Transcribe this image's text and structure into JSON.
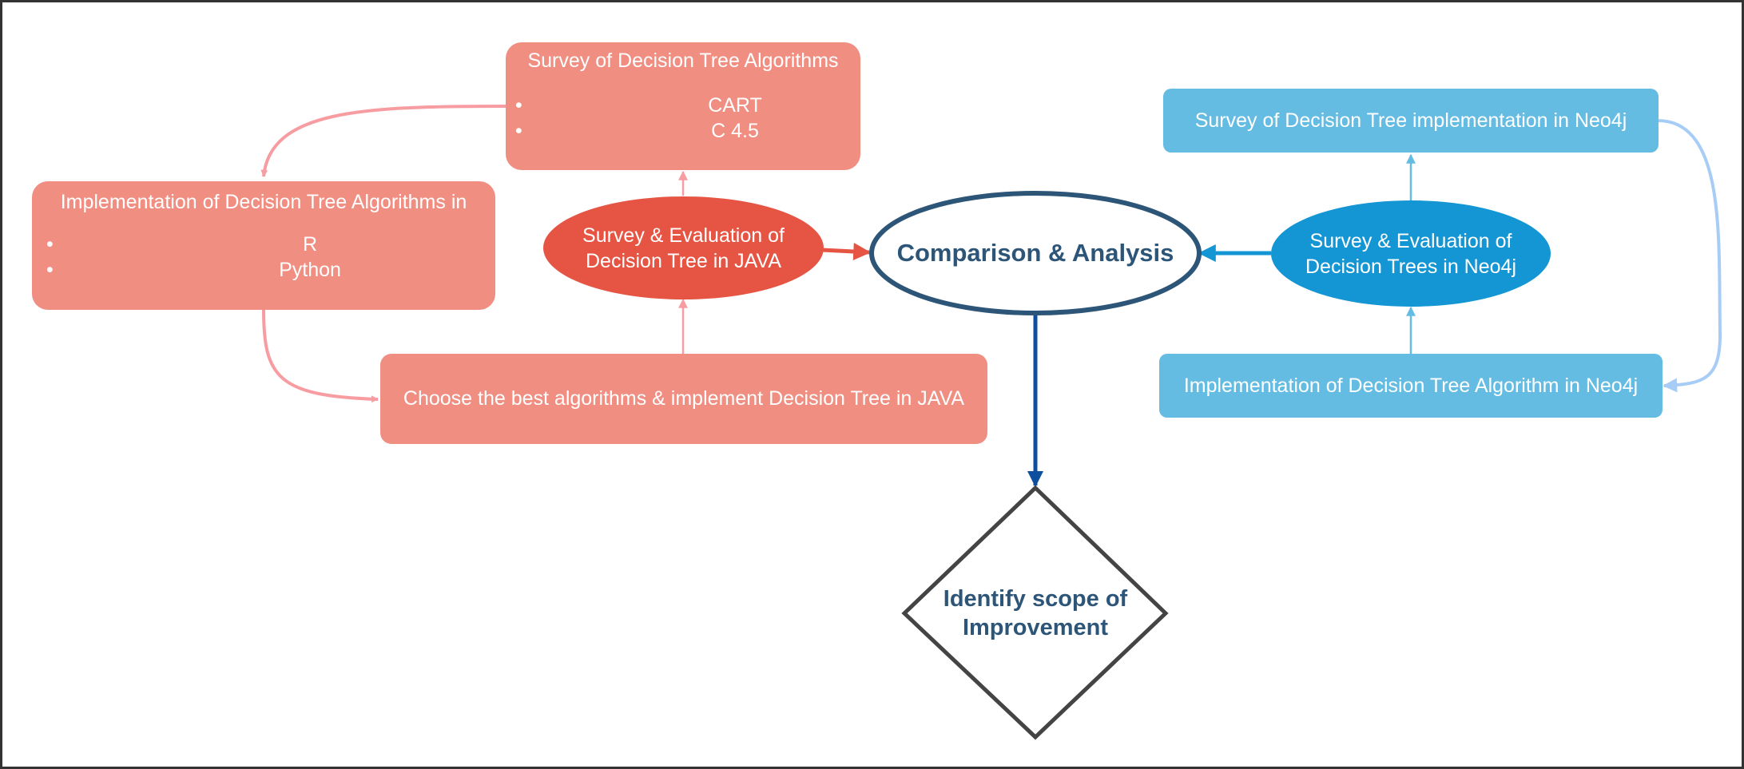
{
  "colors": {
    "java_box": "#f08e82",
    "java_ellipse": "#e65544",
    "neo_box": "#64bce3",
    "neo_ellipse": "#1596d4",
    "navy": "#2c5577",
    "dark_blue": "#0d4e9e",
    "light_blue_curve": "#a7cdf6",
    "pink_curve": "#f79ca1"
  },
  "nodes": {
    "survey_algorithms": {
      "title": "Survey of Decision Tree Algorithms",
      "items": [
        "CART",
        "C 4.5"
      ]
    },
    "implementation_in": {
      "title": "Implementation of Decision Tree Algorithms in",
      "items": [
        "R",
        "Python"
      ]
    },
    "java_eval": {
      "line1": "Survey & Evaluation of",
      "line2": "Decision Tree in JAVA"
    },
    "choose_best": {
      "label": "Choose the best algorithms & implement Decision Tree in JAVA"
    },
    "comparison": {
      "label": "Comparison & Analysis"
    },
    "neo_eval": {
      "line1": "Survey & Evaluation of",
      "line2": "Decision Trees in Neo4j"
    },
    "neo_survey": {
      "label": "Survey of Decision Tree implementation in Neo4j"
    },
    "neo_impl": {
      "label": "Implementation of Decision Tree Algorithm in Neo4j"
    },
    "identify": {
      "line1": "Identify scope of",
      "line2": "Improvement"
    }
  }
}
